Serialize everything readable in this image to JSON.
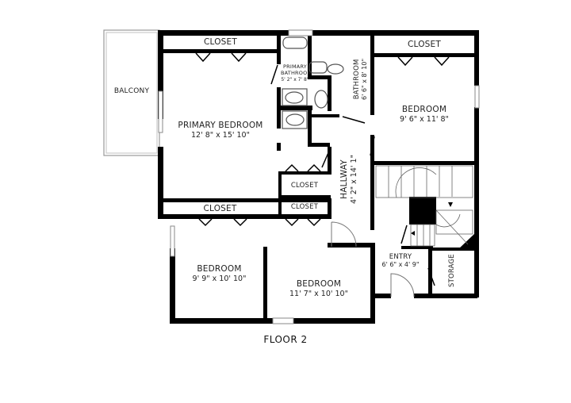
{
  "floor_label": "FLOOR 2",
  "colors": {
    "wall": "#000000",
    "fixture": "#555555",
    "background": "#ffffff",
    "text": "#222222"
  },
  "rooms": {
    "balcony": {
      "name": "BALCONY"
    },
    "primary_closet": {
      "name": "CLOSET"
    },
    "primary_bedroom": {
      "name": "PRIMARY BEDROOM",
      "dims": "12' 8\" x 15' 10\""
    },
    "primary_bathroom": {
      "name": "PRIMARY BATHROOM",
      "name_line1": "PRIMARY",
      "name_line2": "BATHROOM",
      "dims": "5' 2\" x 7' 8\""
    },
    "bathroom": {
      "name": "BATHROOM",
      "dims": "6' 6\" x 8' 10\""
    },
    "bedroom_ne_closet": {
      "name": "CLOSET"
    },
    "bedroom_ne": {
      "name": "BEDROOM",
      "dims": "9' 6\" x 11' 8\""
    },
    "hallway": {
      "name": "HALLWAY",
      "dims": "4' 2\" x 14' 1\""
    },
    "hall_closet_1": {
      "name": "CLOSET"
    },
    "hall_closet_2": {
      "name": "CLOSET"
    },
    "long_closet": {
      "name": "CLOSET"
    },
    "bedroom_sw": {
      "name": "BEDROOM",
      "dims": "9' 9\" x 10' 10\""
    },
    "bedroom_s": {
      "name": "BEDROOM",
      "dims": "11' 7\" x 10' 10\""
    },
    "entry": {
      "name": "ENTRY",
      "dims": "6' 6\" x 4' 9\""
    },
    "storage": {
      "name": "STORAGE"
    }
  }
}
